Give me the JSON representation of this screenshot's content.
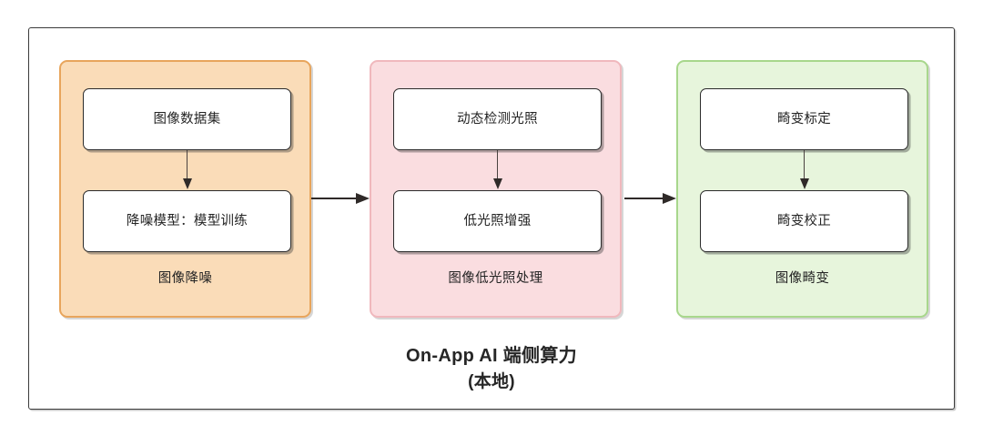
{
  "diagram": {
    "title_line1": "On-App AI 端侧算力",
    "title_line2": "(本地)",
    "outer_border_color": "#3b3b3b",
    "background_color": "#ffffff",
    "groups": [
      {
        "id": "image-denoise",
        "label": "图像降噪",
        "fill_color": "#fadcb8",
        "border_color": "#e8a55c",
        "nodes": [
          {
            "id": "image-dataset",
            "label": "图像数据集"
          },
          {
            "id": "denoise-model-training",
            "label": "降噪模型：模型训练"
          }
        ]
      },
      {
        "id": "low-light-processing",
        "label": "图像低光照处理",
        "fill_color": "#fadde0",
        "border_color": "#f0b8bd",
        "nodes": [
          {
            "id": "dynamic-light-detection",
            "label": "动态检测光照"
          },
          {
            "id": "low-light-enhancement",
            "label": "低光照增强"
          }
        ]
      },
      {
        "id": "image-distortion",
        "label": "图像畸变",
        "fill_color": "#e7f5dc",
        "border_color": "#a8d78c",
        "nodes": [
          {
            "id": "distortion-calibration",
            "label": "畸变标定"
          },
          {
            "id": "distortion-correction",
            "label": "畸变校正"
          }
        ]
      }
    ],
    "connectors": [
      {
        "id": "arrow-denoise-to-lowlight",
        "from": "image-denoise",
        "to": "low-light-processing",
        "direction": "right"
      },
      {
        "id": "arrow-lowlight-to-distortion",
        "from": "low-light-processing",
        "to": "image-distortion",
        "direction": "right"
      }
    ],
    "inner_connectors": [
      {
        "id": "arrow-dataset-to-model",
        "direction": "down"
      },
      {
        "id": "arrow-detection-to-enhancement",
        "direction": "down"
      },
      {
        "id": "arrow-calibration-to-correction",
        "direction": "down"
      }
    ]
  }
}
